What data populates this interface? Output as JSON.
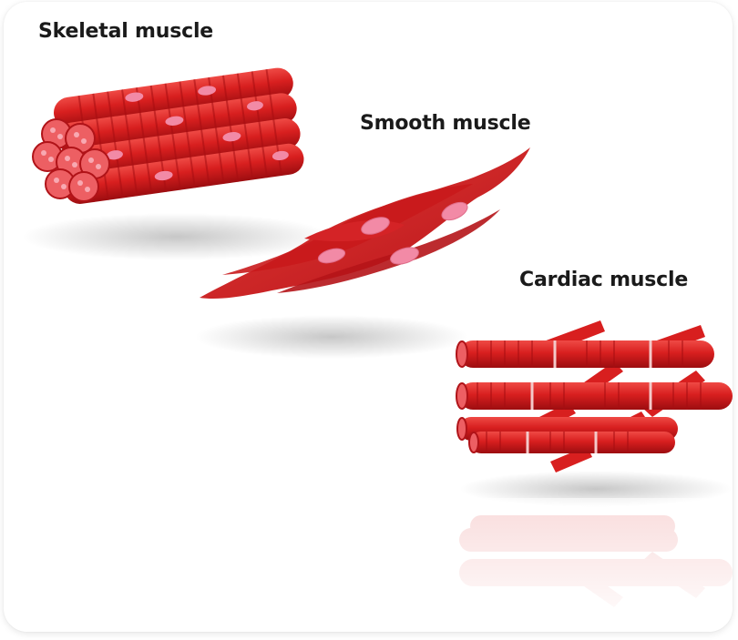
{
  "labels": {
    "skeletal": "Skeletal muscle",
    "smooth": "Smooth muscle",
    "cardiac": "Cardiac muscle"
  },
  "colors": {
    "fiber": "#d81f1f",
    "fiber_dark": "#a90f12",
    "fiber_light": "#ef4a45",
    "nucleus": "#f28aa6",
    "disc": "#f4c9c9",
    "text": "#1a1a1a"
  }
}
